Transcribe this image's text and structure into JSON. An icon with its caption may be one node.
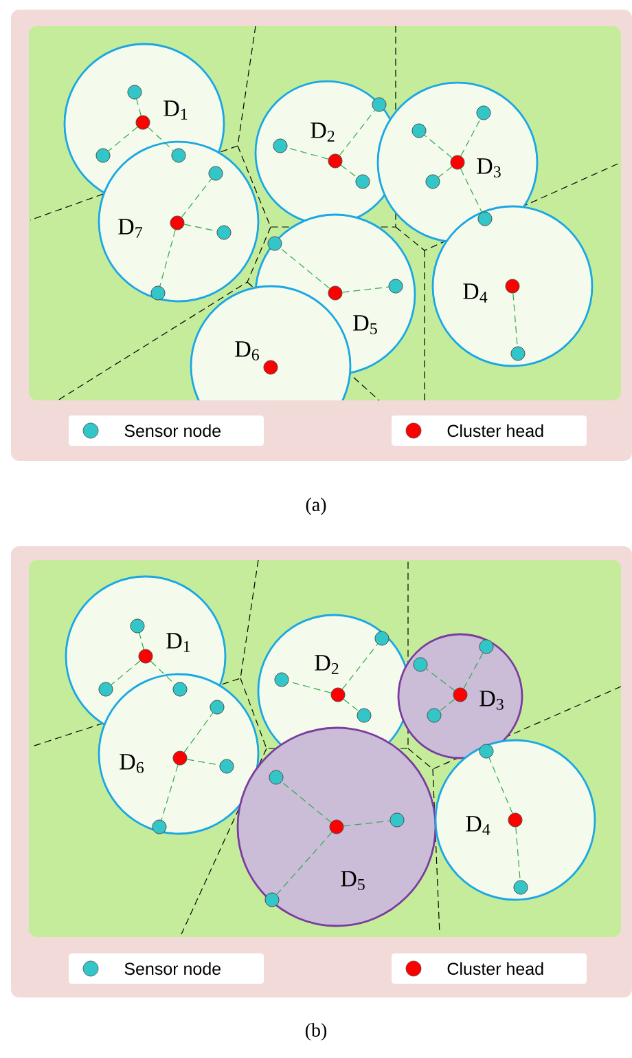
{
  "diagram": {
    "nodes": [
      {
        "text": [
          "D$_{1}$"
        ]
      },
      {
        "text": [],
        "shape": "circle",
        "in": 0
      },
      {
        "text": [],
        "shape": "circle",
        "in": 0
      },
      {
        "text": [],
        "shape": "circle",
        "in": 0
      },
      {
        "text": [],
        "shape": "circle"
      },
      {
        "text": [
          "D$_{7}$"
        ]
      },
      {
        "text": [],
        "shape": "circle",
        "in": 5
      },
      {
        "text": [],
        "shape": "circle",
        "in": 5
      },
      {
        "text": [],
        "shape": "circle",
        "in": 5
      },
      {
        "text": [],
        "shape": "circle",
        "in": 5
      },
      {
        "text": [
          "D$_{2}$"
        ]
      },
      {
        "text": [],
        "shape": "circle",
        "in": 10
      },
      {
        "text": [],
        "shape": "circle",
        "in": 10
      },
      {
        "text": [],
        "shape": "circle",
        "in": 10
      },
      {
        "text": [],
        "shape": "circle",
        "in": 10
      },
      {
        "text": [
          "D$_{3}$"
        ]
      },
      {
        "text": [],
        "shape": "circle",
        "in": 15
      },
      {
        "text": [],
        "shape": "circle",
        "in": 15
      },
      {
        "text": [],
        "shape": "circle",
        "in": 15
      },
      {
        "text": [],
        "shape": "circle",
        "in": 15
      },
      {
        "text": [],
        "shape": "circle"
      },
      {
        "text": [
          "D$_{5}$"
        ]
      },
      {
        "text": [],
        "shape": "circle",
        "in": 21
      },
      {
        "text": [],
        "shape": "circle",
        "in": 21
      },
      {
        "text": [],
        "shape": "circle",
        "in": 21
      },
      {
        "text": [
          "D$_{6}$"
        ]
      },
      {
        "text": [],
        "shape": "circle",
        "in": 25
      },
      {
        "text": [
          "D$_{4}$"
        ]
      },
      {
        "text": [],
        "shape": "circle",
        "in": 27
      },
      {
        "text": [],
        "shape": "circle",
        "in": 27
      },
      {
        "text": [
          "D$_{1}$"
        ]
      },
      {
        "text": [],
        "shape": "circle",
        "in": 30
      },
      {
        "text": [],
        "shape": "circle",
        "in": 30
      },
      {
        "text": [],
        "shape": "circle",
        "in": 30
      },
      {
        "text": [],
        "shape": "circle"
      },
      {
        "text": [
          "D$_{6}$"
        ]
      },
      {
        "text": [],
        "shape": "circle",
        "in": 35
      },
      {
        "text": [],
        "shape": "circle",
        "in": 35
      },
      {
        "text": [],
        "shape": "circle",
        "in": 35
      },
      {
        "text": [],
        "shape": "circle",
        "in": 35
      },
      {
        "text": [
          "D$_{2}$"
        ]
      },
      {
        "text": [],
        "shape": "circle",
        "in": 40
      },
      {
        "text": [],
        "shape": "circle",
        "in": 40
      },
      {
        "text": [],
        "shape": "circle",
        "in": 40
      },
      {
        "text": [],
        "shape": "circle",
        "in": 40
      },
      {
        "text": [
          "D$_{3}$"
        ]
      },
      {
        "text": [],
        "shape": "circle",
        "in": 45
      },
      {
        "text": [],
        "shape": "circle",
        "in": 45
      },
      {
        "text": [],
        "shape": "circle",
        "in": 45
      },
      {
        "text": [],
        "shape": "circle",
        "in": 45
      },
      {
        "text": [
          "D$_{5}$"
        ]
      },
      {
        "text": [],
        "shape": "circle",
        "in": 50
      },
      {
        "text": [],
        "shape": "circle",
        "in": 50
      },
      {
        "text": [],
        "shape": "circle",
        "in": 50
      },
      {
        "text": [],
        "shape": "circle",
        "in": 50
      },
      {
        "text": [
          "D$_{4}$"
        ]
      },
      {
        "text": [],
        "shape": "circle",
        "in": 55
      },
      {
        "text": [],
        "shape": "circle"
      },
      {
        "text": [],
        "shape": "circle",
        "in": 55
      }
    ],
    "edges": [
      {
        "from": 1,
        "to": 2,
        "arrow": "none",
        "style": "dashed"
      },
      {
        "from": 1,
        "to": 3,
        "arrow": "none",
        "style": "dashed"
      },
      {
        "from": 1,
        "to": 4,
        "arrow": "none",
        "style": "dashed"
      },
      {
        "from": 6,
        "to": 7,
        "arrow": "none",
        "style": "dashed"
      },
      {
        "from": 6,
        "to": 8,
        "arrow": "none",
        "style": "dashed"
      },
      {
        "from": 6,
        "to": 9,
        "arrow": "none",
        "style": "dashed"
      },
      {
        "from": 11,
        "to": 12,
        "arrow": "none",
        "style": "dashed"
      },
      {
        "from": 11,
        "to": 13,
        "arrow": "none",
        "style": "dashed"
      },
      {
        "from": 11,
        "to": 14,
        "arrow": "none",
        "style": "dashed"
      },
      {
        "from": 16,
        "to": 17,
        "arrow": "none",
        "style": "dashed"
      },
      {
        "from": 16,
        "to": 18,
        "arrow": "none",
        "style": "dashed"
      },
      {
        "from": 16,
        "to": 19,
        "arrow": "none",
        "style": "dashed"
      },
      {
        "from": 16,
        "to": 20,
        "arrow": "none",
        "style": "dashed"
      },
      {
        "from": 22,
        "to": 23,
        "arrow": "none",
        "style": "dashed"
      },
      {
        "from": 22,
        "to": 24,
        "arrow": "none",
        "style": "dashed"
      },
      {
        "from": 28,
        "to": 29,
        "arrow": "none",
        "style": "dashed"
      },
      {
        "from": 31,
        "to": 32,
        "arrow": "none",
        "style": "dashed"
      },
      {
        "from": 31,
        "to": 33,
        "arrow": "none",
        "style": "dashed"
      },
      {
        "from": 31,
        "to": 34,
        "arrow": "none",
        "style": "dashed"
      },
      {
        "from": 36,
        "to": 37,
        "arrow": "none",
        "style": "dashed"
      },
      {
        "from": 36,
        "to": 38,
        "arrow": "none",
        "style": "dashed"
      },
      {
        "from": 36,
        "to": 39,
        "arrow": "none",
        "style": "dashed"
      },
      {
        "from": 41,
        "to": 42,
        "arrow": "none",
        "style": "dashed"
      },
      {
        "from": 41,
        "to": 43,
        "arrow": "none",
        "style": "dashed"
      },
      {
        "from": 41,
        "to": 44,
        "arrow": "none",
        "style": "dashed"
      },
      {
        "from": 46,
        "to": 47,
        "arrow": "none",
        "style": "dashed"
      },
      {
        "from": 46,
        "to": 48,
        "arrow": "none",
        "style": "dashed"
      },
      {
        "from": 46,
        "to": 49,
        "arrow": "none",
        "style": "dashed"
      },
      {
        "from": 51,
        "to": 52,
        "arrow": "none",
        "style": "dashed"
      },
      {
        "from": 51,
        "to": 53,
        "arrow": "none",
        "style": "dashed"
      },
      {
        "from": 51,
        "to": 54,
        "arrow": "none",
        "style": "dashed"
      },
      {
        "from": 56,
        "to": 57,
        "arrow": "none",
        "style": "dashed"
      },
      {
        "from": 56,
        "to": 58,
        "arrow": "none",
        "style": "dashed"
      }
    ],
    "labels": [
      "(a)",
      "(b)"
    ],
    "legend": [
      {
        "text": "Sensor node",
        "color": "#33c6c8"
      },
      {
        "text": "Cluster head",
        "color": "#ff0000"
      },
      {
        "text": "Sensor node",
        "color": "#33c6c8"
      },
      {
        "text": "Cluster head",
        "color": "#ff0000"
      }
    ]
  }
}
